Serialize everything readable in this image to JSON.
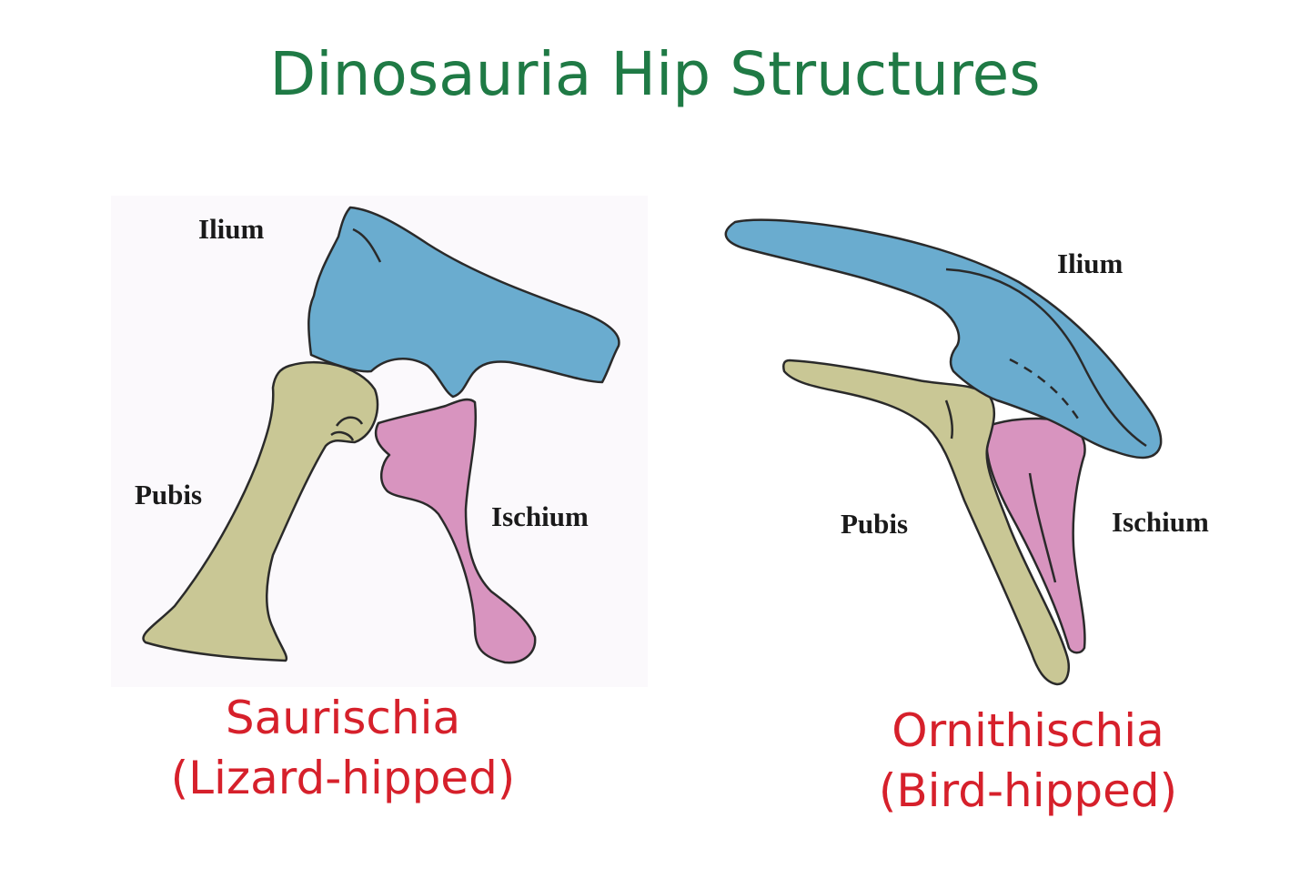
{
  "title": "Dinosauria Hip Structures",
  "colors": {
    "title": "#1f7a45",
    "group_label": "#d6202b",
    "ilium": "#6aaccf",
    "pubis": "#c9c795",
    "ischium": "#d894bf",
    "outline": "#2a2a2a"
  },
  "saurischia": {
    "labels": {
      "ilium": "Ilium",
      "pubis": "Pubis",
      "ischium": "Ischium"
    },
    "name": "Saurischia",
    "subtitle": "(Lizard-hipped)"
  },
  "ornithischia": {
    "labels": {
      "ilium": "Ilium",
      "pubis": "Pubis",
      "ischium": "Ischium"
    },
    "name": "Ornithischia",
    "subtitle": "(Bird-hipped)"
  }
}
